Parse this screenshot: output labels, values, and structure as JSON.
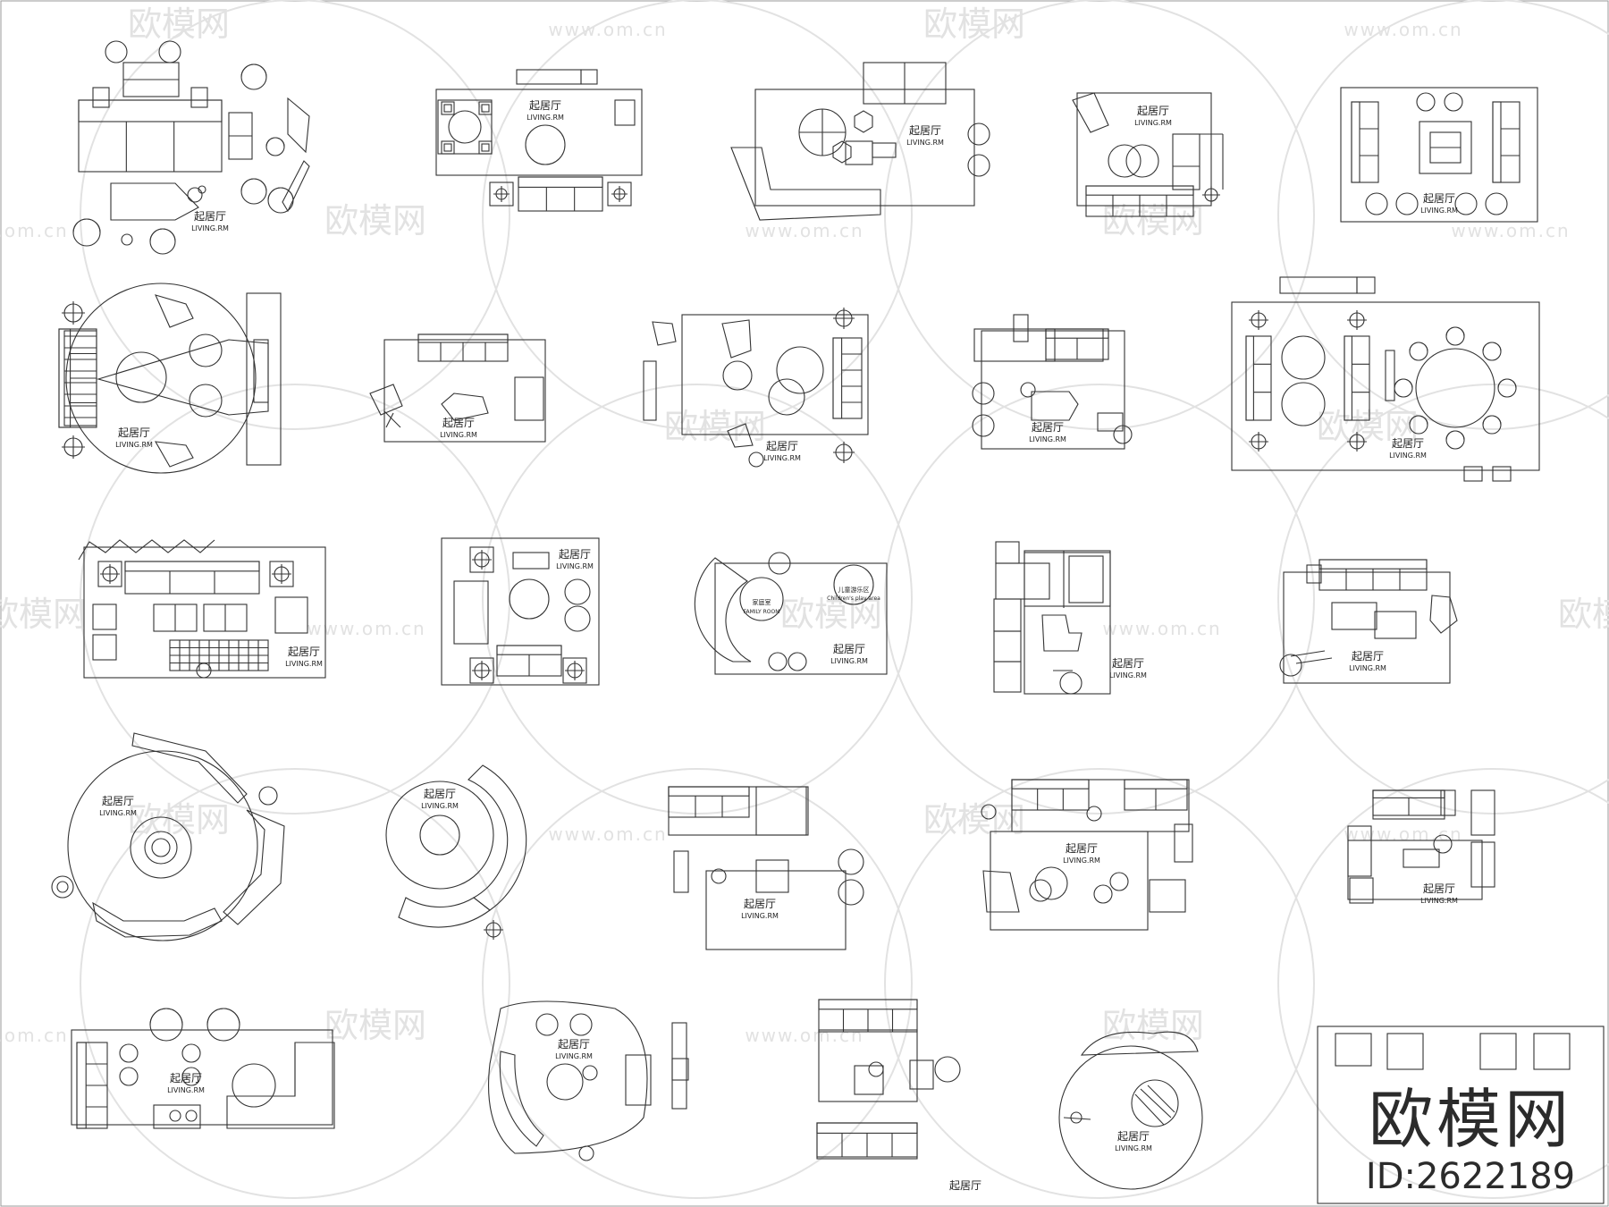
{
  "watermark": {
    "brand": "欧模网",
    "url": "www.om.cn"
  },
  "room_label": {
    "cn": "起居厅",
    "en": "LIVING.RM"
  },
  "annotations": {
    "family_cn": "家庭室",
    "family_en": "FAMILY ROOM",
    "kids_cn": "儿童游乐区",
    "kids_en": "Children's play area"
  },
  "badge": {
    "logo": "欧模网",
    "id": "ID:2622189"
  },
  "colors": {
    "line": "#333333",
    "watermark": "#e2e2e2",
    "badge": "#2b2b2b"
  }
}
